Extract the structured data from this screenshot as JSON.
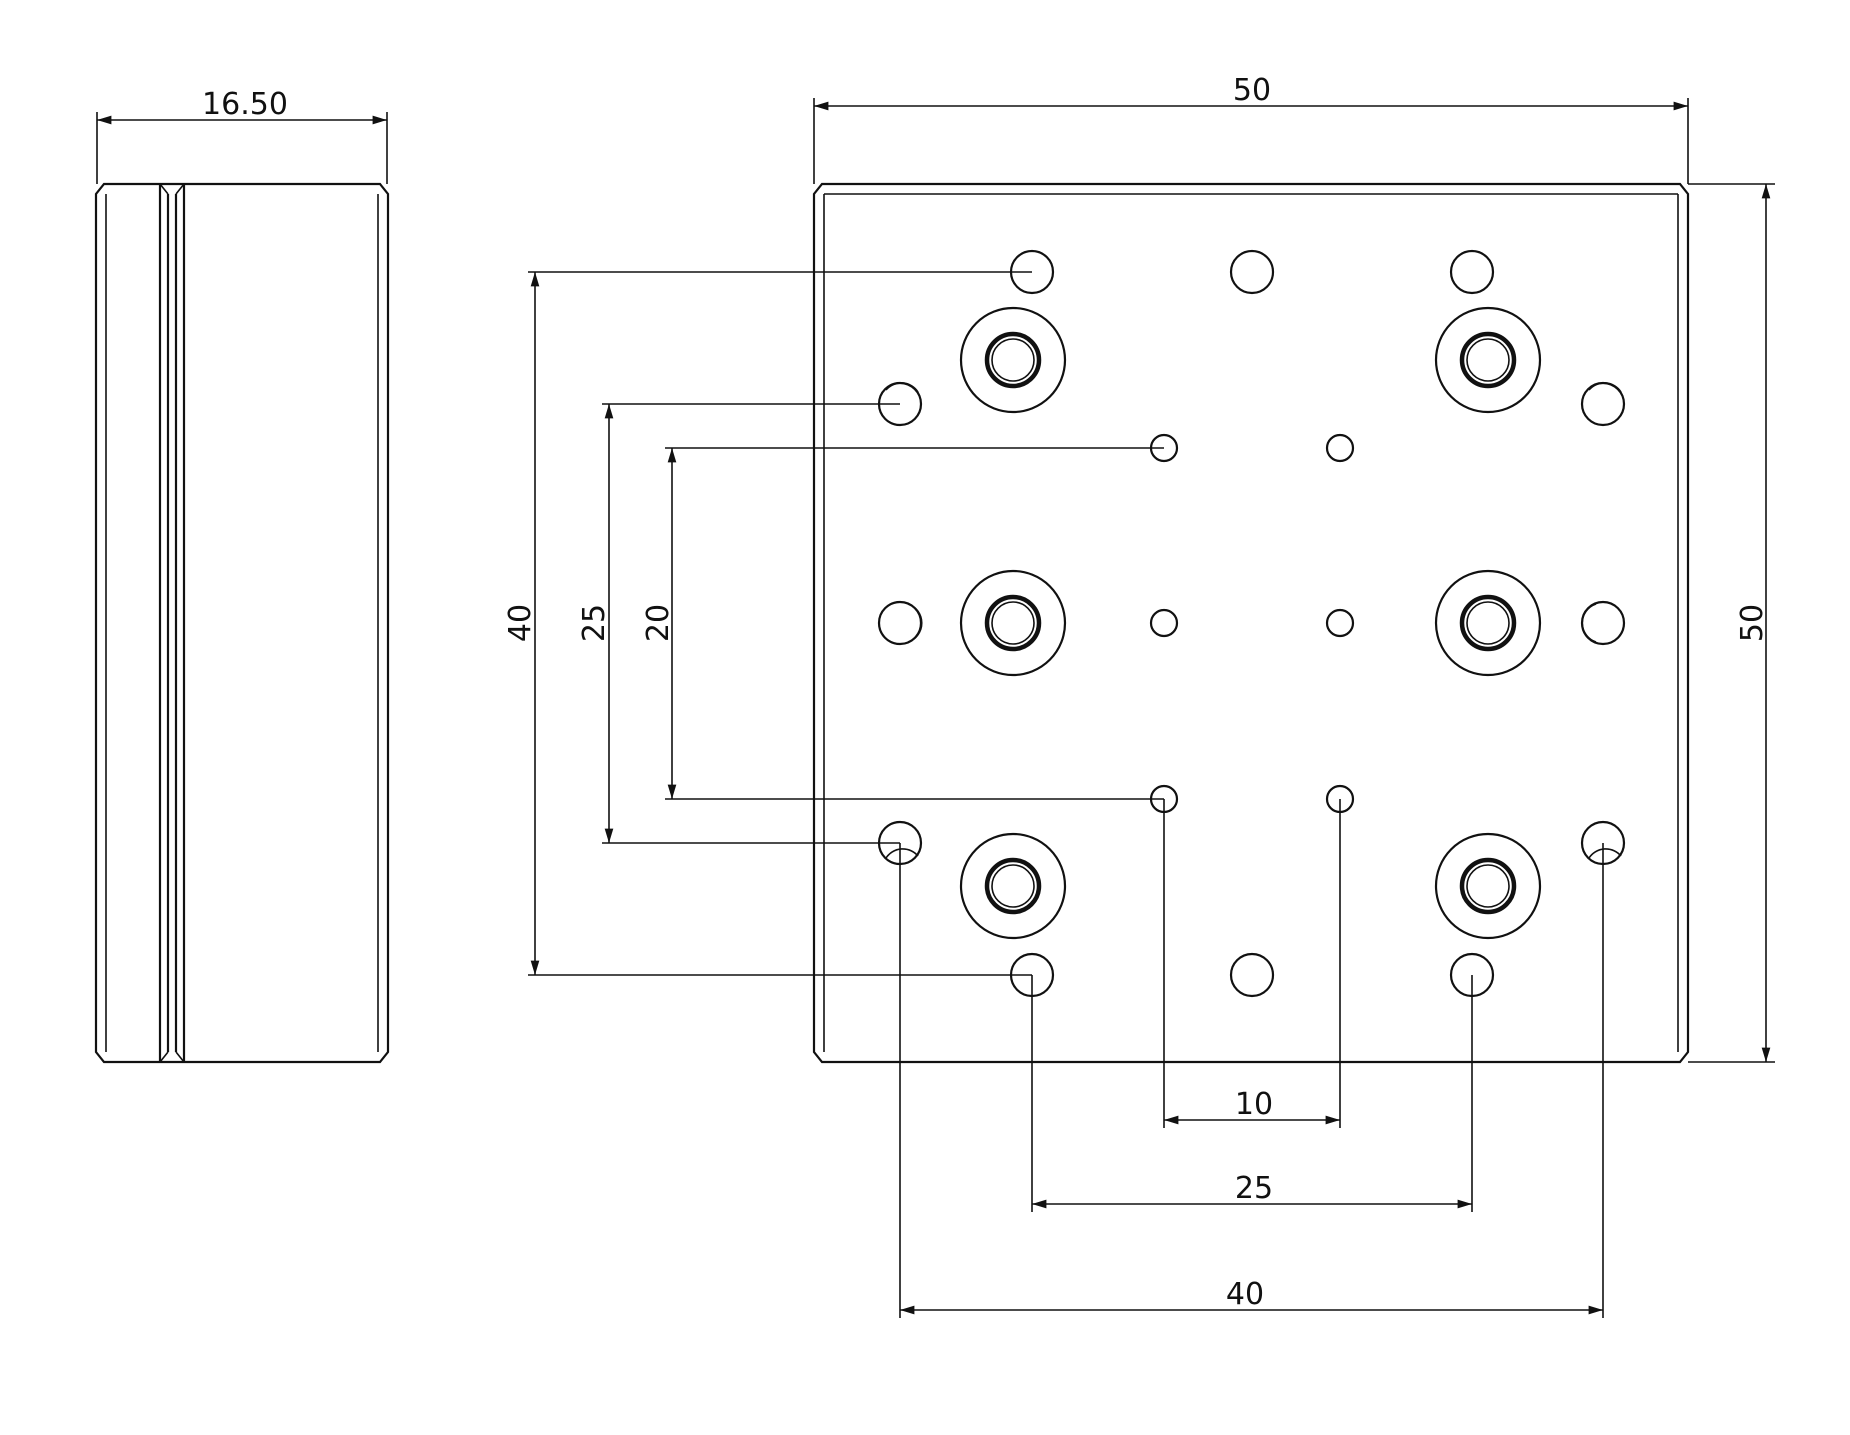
{
  "drawing": {
    "side_view": {
      "width_dimension": "16.50"
    },
    "front_view": {
      "width_dimension": "50",
      "height_dimension": "50"
    },
    "vertical_dimensions": {
      "outer": "40",
      "middle": "25",
      "inner": "20"
    },
    "horizontal_dimensions": {
      "inner": "10",
      "middle": "25",
      "outer": "40"
    },
    "colors": {
      "line": "#111111",
      "background": "#ffffff"
    }
  }
}
